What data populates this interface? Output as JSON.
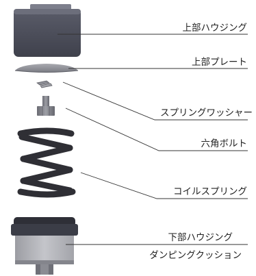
{
  "labels": {
    "upper_housing": "上部ハウジング",
    "upper_plate": "上部プレート",
    "spring_washer": "スプリングワッシャー",
    "hex_bolt": "六角ボルト",
    "coil_spring": "コイルスプリング",
    "lower_housing": "下部ハウジング",
    "damping_cushion": "ダンピングクッション"
  },
  "colors": {
    "housing_dark": "#4b4d59",
    "housing_top": "#6f7180",
    "plate": "#8f9097",
    "spring": "#2f2f35",
    "cushion": "#b4b5ba",
    "bolt": "#7a7b83",
    "leader_line": "#333333"
  }
}
